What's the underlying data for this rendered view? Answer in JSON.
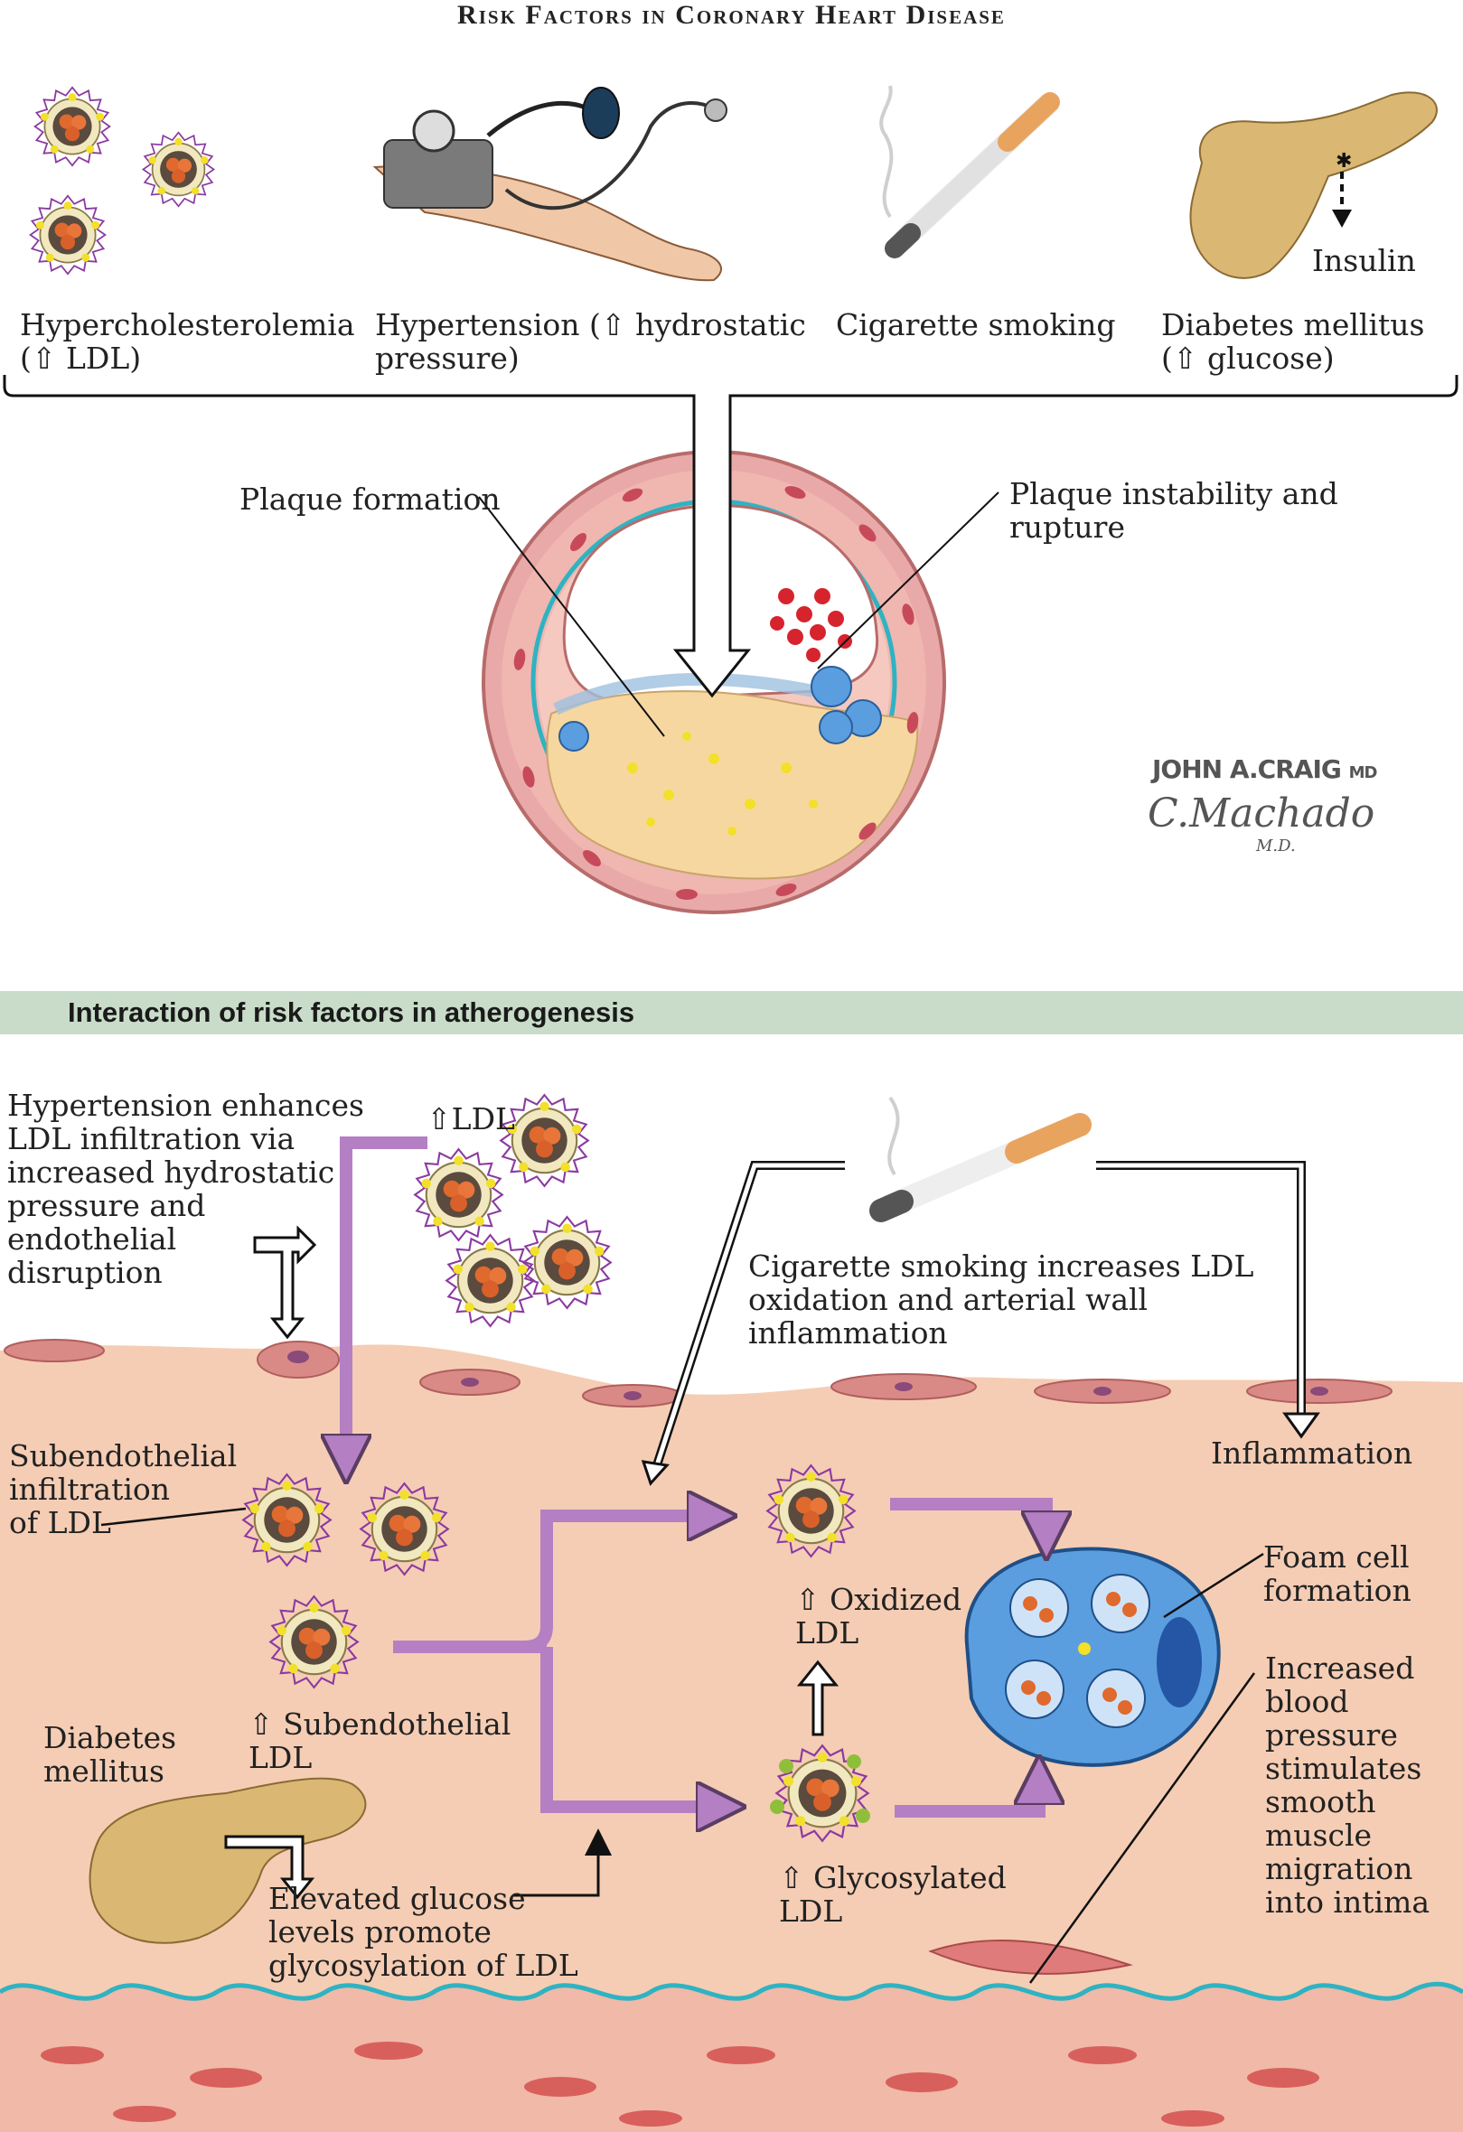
{
  "header": {
    "title": "Risk Factors in Coronary Heart Disease"
  },
  "risk_factors": [
    {
      "label": "Hypercholesterolemia\n(⇧ LDL)"
    },
    {
      "label": "Hypertension (⇧ hydrostatic\npressure)"
    },
    {
      "label": "Cigarette smoking"
    },
    {
      "label": "Diabetes mellitus\n(⇧ glucose)"
    }
  ],
  "insulin_label": "Insulin",
  "artery": {
    "plaque_formation": "Plaque formation",
    "plaque_rupture": "Plaque instability and rupture"
  },
  "signature": {
    "line1": "JOHN A.CRAIG",
    "line1_suffix": "MD",
    "line2": "C.Machado",
    "line2_suffix": "M.D."
  },
  "section2": {
    "banner": "Interaction of risk factors in atherogenesis",
    "hypertension_text": "Hypertension enhances\nLDL infiltration via\nincreased hydrostatic\npressure and\nendothelial\ndisruption",
    "ldl_up": "⇧LDL",
    "smoking_text": "Cigarette smoking increases LDL\noxidation and arterial wall\ninflammation",
    "subendothelial_infiltration": "Subendothelial\ninfiltration\nof LDL",
    "inflammation": "Inflammation",
    "oxidized_ldl": "⇧ Oxidized\nLDL",
    "foam_cell": "Foam cell\nformation",
    "subendothelial_ldl": "⇧ Subendothelial\nLDL",
    "diabetes": "Diabetes\nmellitus",
    "increased_bp": "Increased\nblood\npressure\nstimulates\nsmooth\nmuscle\nmigration\ninto intima",
    "glycosylated_ldl": "⇧ Glycosylated\nLDL",
    "glucose_text": "Elevated glucose\nlevels promote\nglycosylation of LDL"
  },
  "colors": {
    "banner": "#c9dcc9",
    "tissue": "#f5cdb4",
    "purple_arrow": "#b57fc4",
    "endothelium_line": "#2fb3c2",
    "foam_cell": "#5a9ee0"
  }
}
